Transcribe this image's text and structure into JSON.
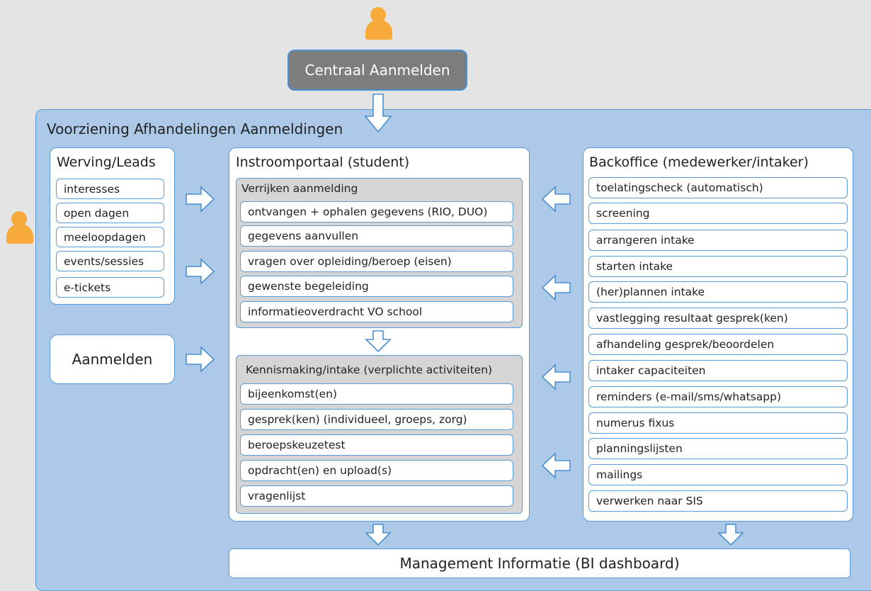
{
  "header": {
    "centraal_aanmelden": "Centraal Aanmelden"
  },
  "container": {
    "title": "Voorziening Afhandelingen Aanmeldingen"
  },
  "werving": {
    "title": "Werving/Leads",
    "items": [
      "interesses",
      "open dagen",
      "meeloopdagen",
      "events/sessies",
      "e-tickets"
    ]
  },
  "aanmelden": {
    "label": "Aanmelden"
  },
  "instroomportaal": {
    "title": "Instroomportaal (student)",
    "verrijken": {
      "title": "Verrijken aanmelding",
      "items": [
        "ontvangen + ophalen gegevens (RIO, DUO)",
        "gegevens aanvullen",
        "vragen over opleiding/beroep (eisen)",
        "gewenste begeleiding",
        "informatieoverdracht VO school"
      ]
    },
    "kennismaking": {
      "title": "Kennismaking/intake (verplichte activiteiten)",
      "items": [
        "bijeenkomst(en)",
        "gesprek(ken) (individueel, groeps, zorg)",
        "beroepskeuzetest",
        "opdracht(en) en upload(s)",
        "vragenlijst"
      ]
    }
  },
  "backoffice": {
    "title": "Backoffice (medewerker/intaker)",
    "items": [
      "toelatingscheck (automatisch)",
      "screening",
      "arrangeren intake",
      "starten intake",
      "(her)plannen intake",
      "vastlegging resultaat gesprek(ken)",
      "afhandeling gesprek/beoordelen",
      "intaker capaciteiten",
      "reminders (e-mail/sms/whatsapp)",
      "numerus fixus",
      "planningslijsten",
      "mailings",
      "verwerken naar SIS"
    ]
  },
  "management": {
    "label": "Management Informatie (BI dashboard)"
  },
  "colors": {
    "accent": "#5b9bd5",
    "person": "#f7a93a",
    "container": "#adc9e8",
    "subpanel": "#d5d5d5",
    "dark_box": "#7d7d7d"
  },
  "icons": {
    "user_top": "person-icon",
    "user_left": "person-icon"
  }
}
